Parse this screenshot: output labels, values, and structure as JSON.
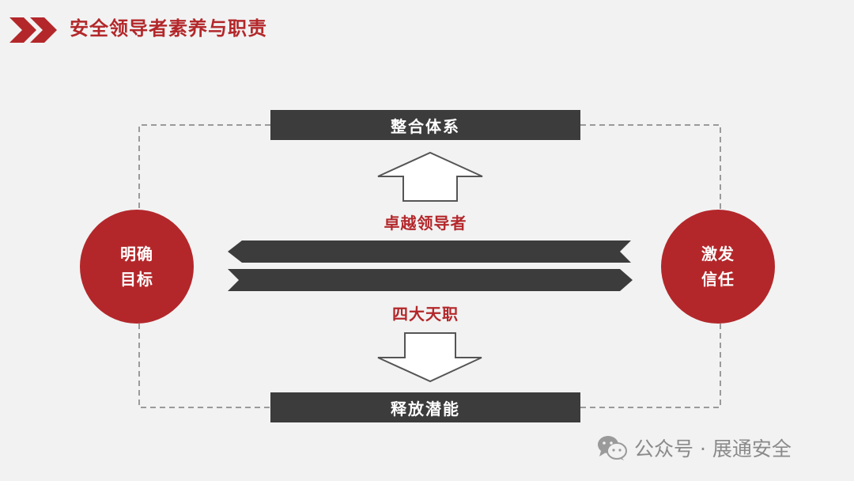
{
  "header": {
    "title": "安全领导者素养与职责",
    "accent_color": "#b3272a",
    "icon": "double-chevron-right-icon"
  },
  "diagram": {
    "top_box": "整合体系",
    "bottom_box": "释放潜能",
    "left_circle": {
      "line1": "明确",
      "line2": "目标"
    },
    "right_circle": {
      "line1": "激发",
      "line2": "信任"
    },
    "upper_label": "卓越领导者",
    "lower_label": "四大天职",
    "up_arrow_icon": "up-arrow-icon",
    "down_arrow_icon": "down-arrow-icon",
    "dark_color": "#3c3c3c"
  },
  "watermark": {
    "text": "公众号 · 展通安全",
    "icon": "wechat-icon"
  }
}
